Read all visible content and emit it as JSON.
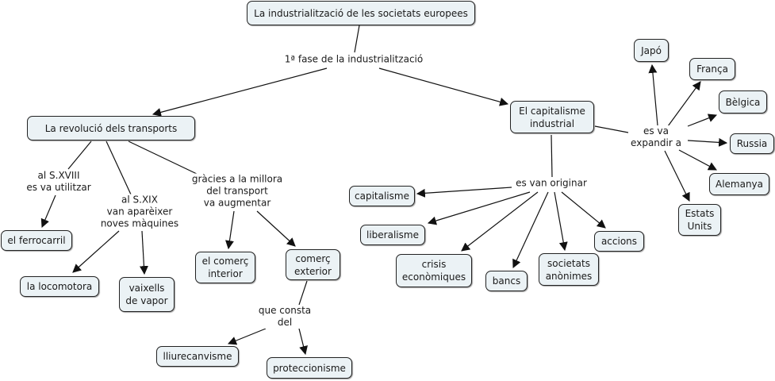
{
  "colors": {
    "node_fill": "#ebf2f5",
    "node_border": "#222222",
    "line": "#111111",
    "background": "#ffffff"
  },
  "nodes": {
    "root": "La industrialització de les societats europees",
    "transports": "La revolució dels transports",
    "capitalisme_industrial": "El capitalisme\nindustrial",
    "ferrocarril": "el ferrocarril",
    "locomotora": "la locomotora",
    "vaixells": "vaixells\nde vapor",
    "comerc_interior": "el comerç\ninterior",
    "comerc_exterior": "comerç\nexterior",
    "lliurecanvisme": "lliurecanvisme",
    "proteccionisme": "proteccionisme",
    "capitalisme": "capitalisme",
    "liberalisme": "liberalisme",
    "crisis": "crisis\neconòmiques",
    "bancs": "bancs",
    "societats": "societats\nanònimes",
    "accions": "accions",
    "japo": "Japó",
    "franca": "França",
    "belgica": "Bèlgica",
    "russia": "Russia",
    "alemanya": "Alemanya",
    "estats_units": "Estats\nUnits"
  },
  "links": {
    "fase": "1ª fase de la industrialització",
    "sxviii": "al S.XVIII\nes va utilitzar",
    "sxix": "al S.XIX\nvan aparèixer\nnoves màquines",
    "gracies": "gràcies a la millora\ndel transport\nva augmentar",
    "consta": "que consta\ndel",
    "originar": "es van originar",
    "expandir": "es va\nexpandir a"
  }
}
